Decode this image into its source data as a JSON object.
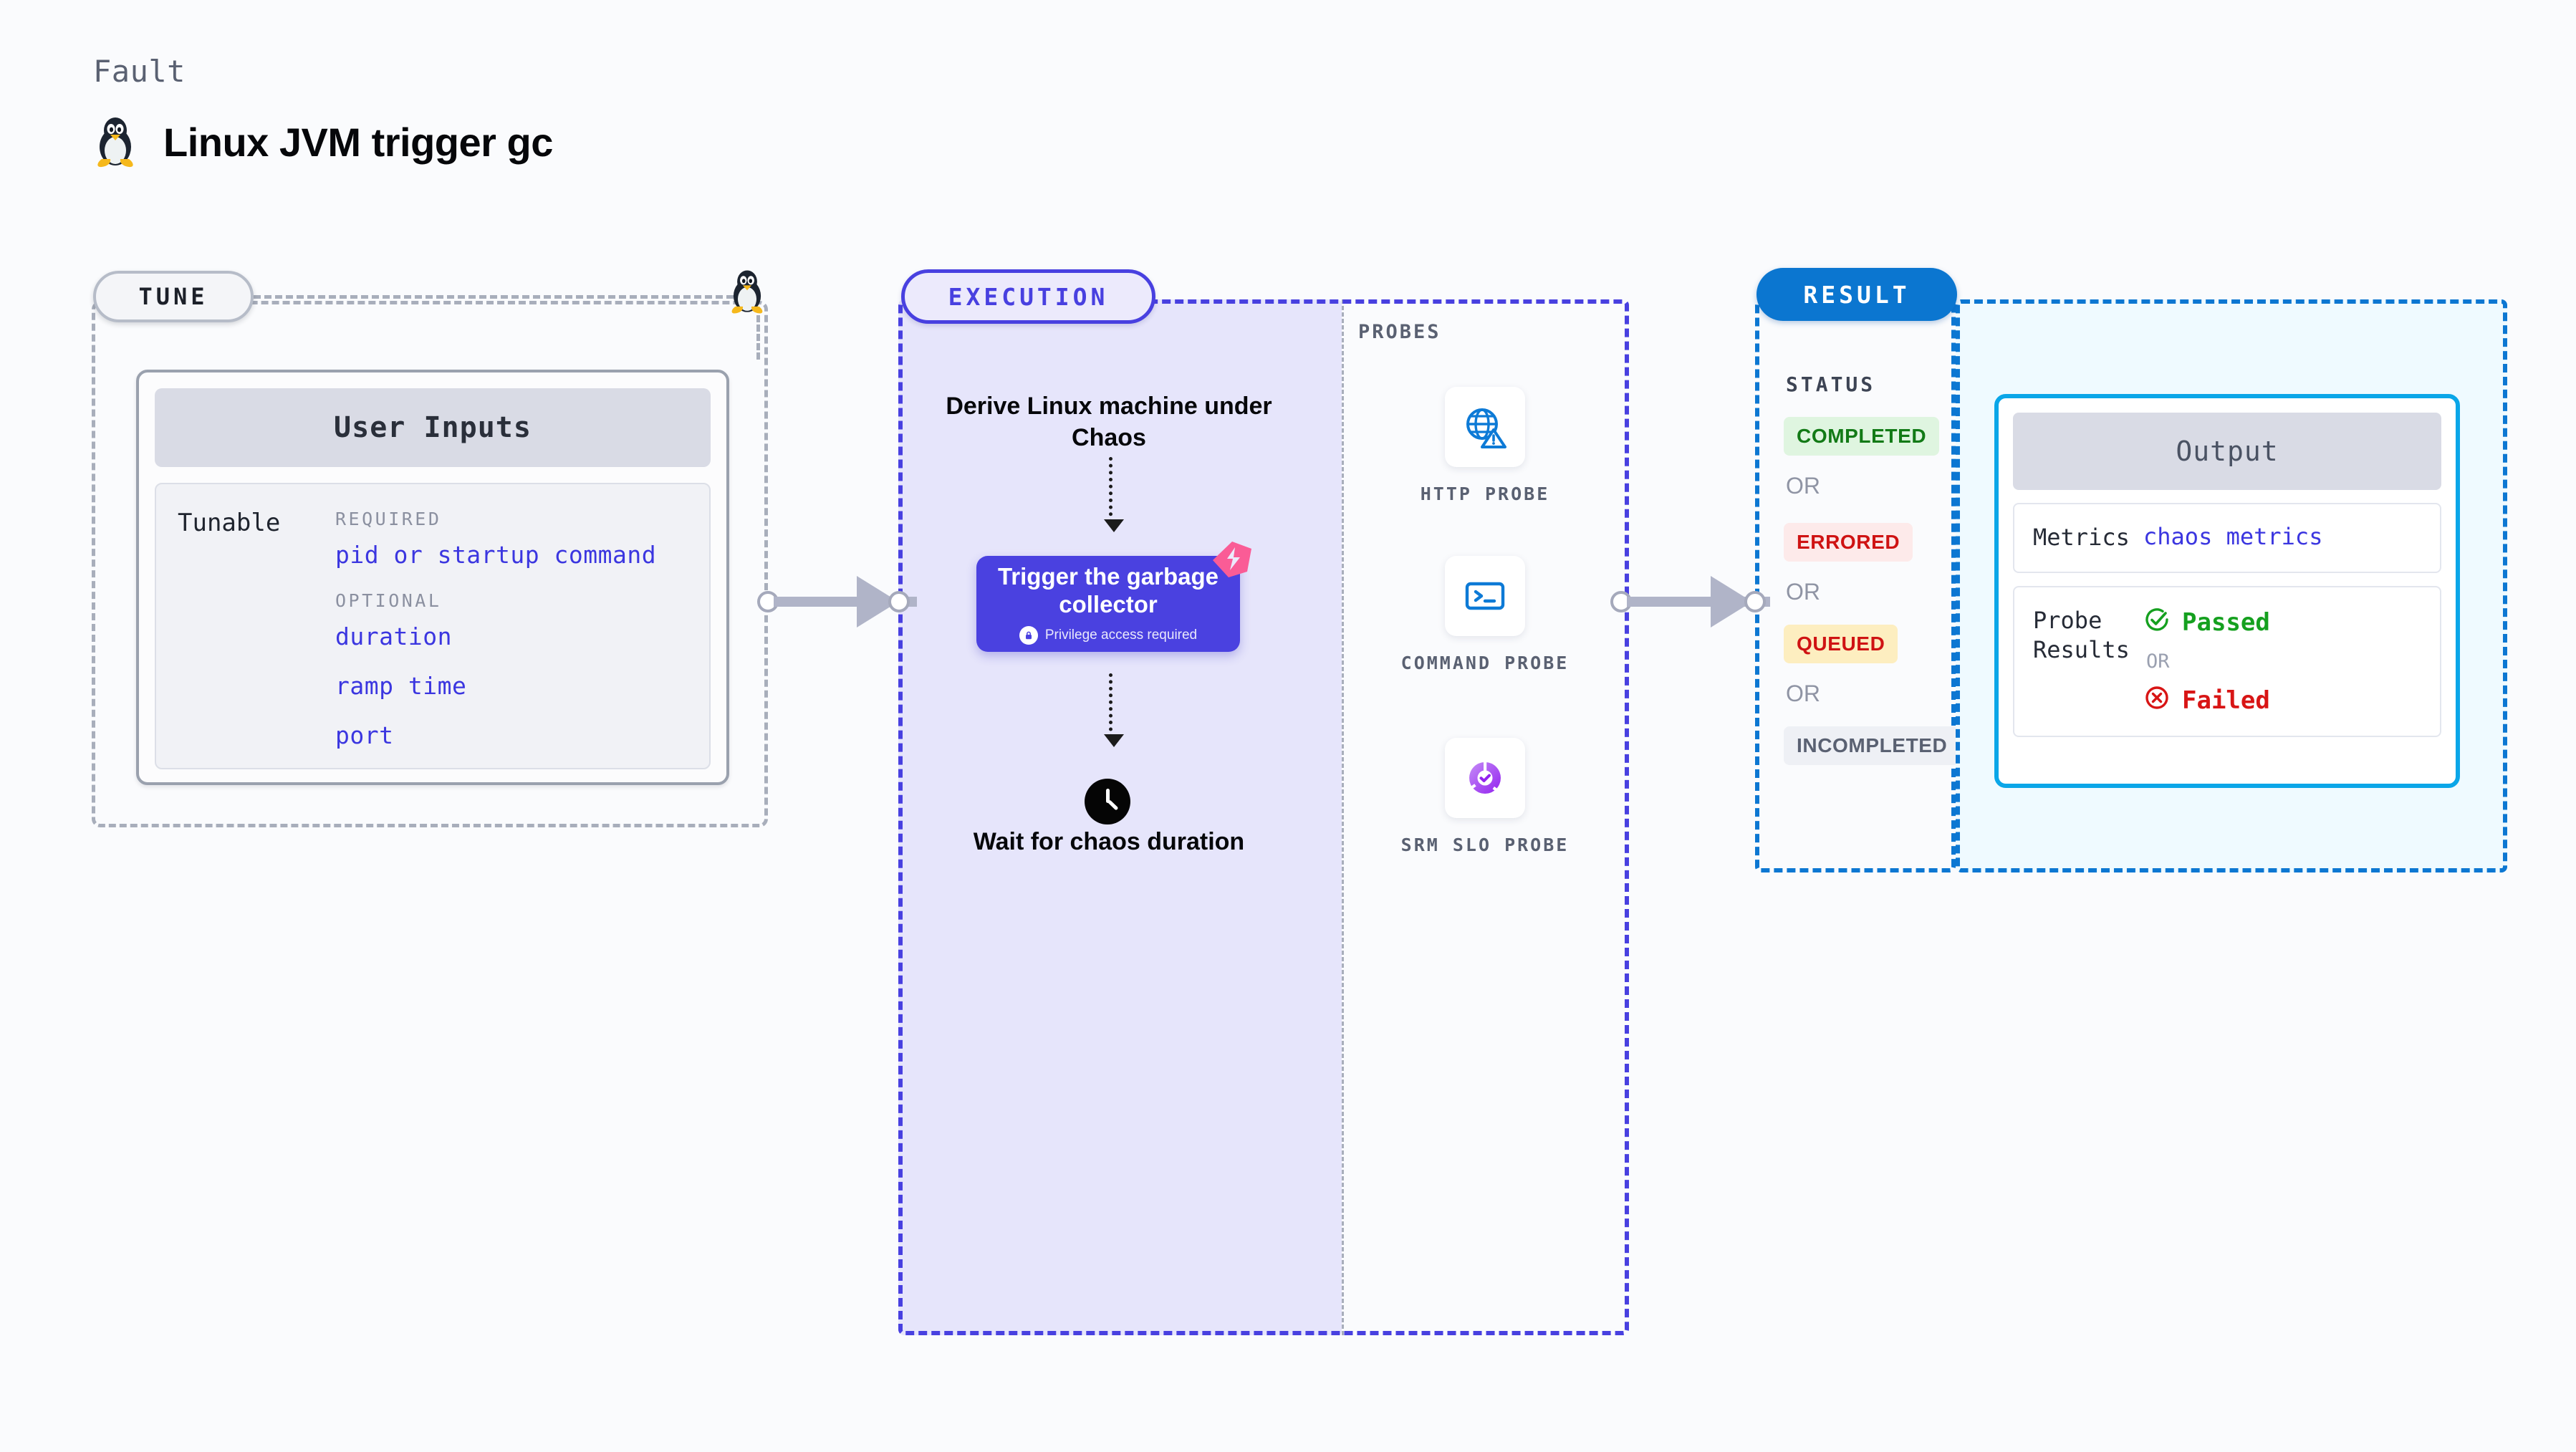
{
  "header": {
    "kicker": "Fault",
    "title": "Linux JVM trigger gc",
    "icon": "linux-penguin-icon"
  },
  "tune": {
    "pill_label": "TUNE",
    "card_title": "User Inputs",
    "row_label": "Tunable",
    "groups": [
      {
        "label": "REQUIRED",
        "items": [
          "pid or startup command"
        ]
      },
      {
        "label": "OPTIONAL",
        "items": [
          "duration",
          "ramp time",
          "port"
        ]
      }
    ]
  },
  "execution": {
    "pill_label": "EXECUTION",
    "step_1": "Derive Linux machine under Chaos",
    "node": {
      "title": "Trigger the garbage collector",
      "privilege_note": "Privilege access required",
      "privilege_icon": "lock-icon",
      "fault_badge_icon": "chaos-fault-icon"
    },
    "step_3": "Wait for chaos duration",
    "step_3_icon": "clock-icon"
  },
  "probes": {
    "section_label": "PROBES",
    "items": [
      {
        "caption": "HTTP PROBE",
        "icon": "globe-warning-icon"
      },
      {
        "caption": "COMMAND PROBE",
        "icon": "terminal-icon"
      },
      {
        "caption": "SRM SLO PROBE",
        "icon": "slo-donut-check-icon"
      }
    ]
  },
  "result": {
    "pill_label": "RESULT",
    "status_label": "STATUS",
    "or_label": "OR",
    "statuses": [
      {
        "text": "COMPLETED",
        "bg": "#dff5e0",
        "fg": "#127a16"
      },
      {
        "text": "ERRORED",
        "bg": "#fdeaea",
        "fg": "#cf1313"
      },
      {
        "text": "QUEUED",
        "bg": "#fdeec0",
        "fg": "#cf1313"
      },
      {
        "text": "INCOMPLETED",
        "bg": "#eef0f5",
        "fg": "#5a6172"
      }
    ]
  },
  "output": {
    "card_title": "Output",
    "rows": [
      {
        "label": "Metrics",
        "value": "chaos metrics"
      }
    ],
    "probe_results": {
      "label": "Probe Results",
      "or_label": "OR",
      "passed": {
        "text": "Passed",
        "icon": "check-circle-icon",
        "color": "#15a01f"
      },
      "failed": {
        "text": "Failed",
        "icon": "x-circle-icon",
        "color": "#d81515"
      }
    }
  },
  "colors": {
    "accent_indigo": "#4840e0",
    "accent_blue": "#0b76d0",
    "accent_cyan": "#0aa6e8",
    "neutral_dash": "#a8aebb",
    "fault_pink": "#fa5c96",
    "exec_fill": "#e6e5fb",
    "output_fill": "#effaff"
  }
}
